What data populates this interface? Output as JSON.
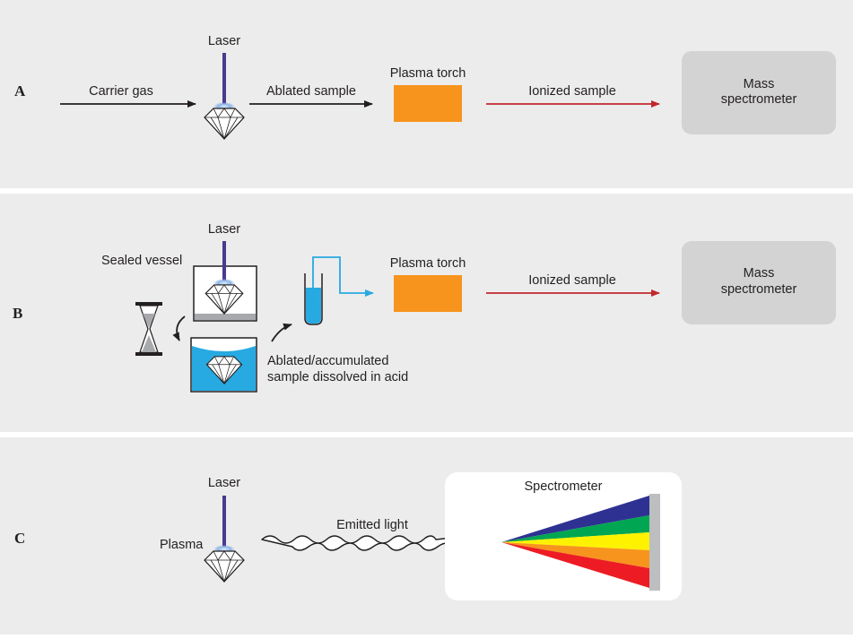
{
  "panels": {
    "a": {
      "letter": "A",
      "laser": "Laser",
      "carrier_gas": "Carrier gas",
      "ablated_sample": "Ablated sample",
      "plasma_torch": "Plasma torch",
      "ionized_sample": "Ionized sample",
      "mass_spec_line1": "Mass",
      "mass_spec_line2": "spectrometer"
    },
    "b": {
      "letter": "B",
      "laser": "Laser",
      "sealed_vessel": "Sealed vessel",
      "plasma_torch": "Plasma torch",
      "ionized_sample": "Ionized sample",
      "dissolved_line1": "Ablated/accumulated",
      "dissolved_line2": "sample dissolved in acid",
      "mass_spec_line1": "Mass",
      "mass_spec_line2": "spectrometer"
    },
    "c": {
      "letter": "C",
      "laser": "Laser",
      "plasma": "Plasma",
      "emitted_light": "Emitted light",
      "spectrometer": "Spectrometer"
    }
  },
  "colors": {
    "panel_bg": "#ececed",
    "laser": "#4a3a8e",
    "plasma_glow": "#8fb6e6",
    "torch": "#f7941d",
    "ion_arrow": "#c1272d",
    "mass_spec_box": "#d3d3d4",
    "acid": "#27a9e1",
    "spectrum": [
      "#2e3192",
      "#00a651",
      "#fff200",
      "#f7941d",
      "#ed1c24"
    ]
  }
}
